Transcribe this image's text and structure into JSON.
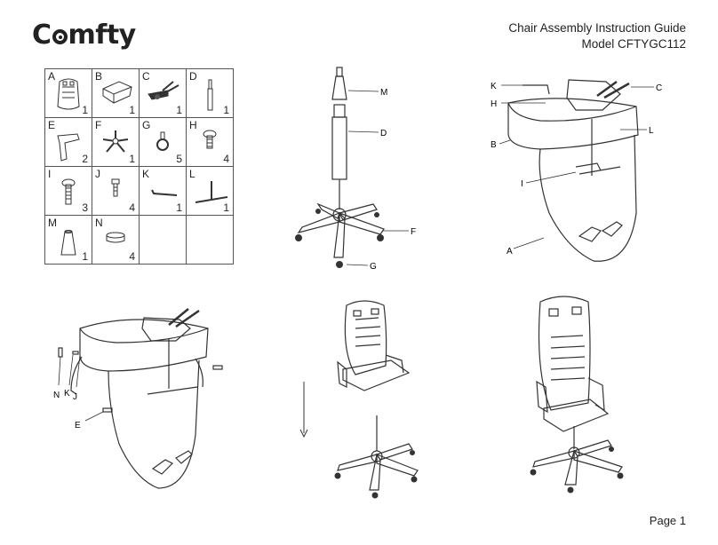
{
  "header": {
    "brand": "Comfty",
    "title": "Chair Assembly Instruction Guide",
    "model": "Model CFTYGC112"
  },
  "parts": [
    {
      "letter": "A",
      "qty": "1",
      "icon": "seat-back-icon"
    },
    {
      "letter": "B",
      "qty": "1",
      "icon": "seat-cushion-icon"
    },
    {
      "letter": "C",
      "qty": "1",
      "icon": "tilt-mechanism-icon"
    },
    {
      "letter": "D",
      "qty": "1",
      "icon": "gas-cylinder-icon"
    },
    {
      "letter": "E",
      "qty": "2",
      "icon": "armrest-icon"
    },
    {
      "letter": "F",
      "qty": "1",
      "icon": "star-base-icon"
    },
    {
      "letter": "G",
      "qty": "5",
      "icon": "caster-icon"
    },
    {
      "letter": "H",
      "qty": "4",
      "icon": "short-bolt-icon"
    },
    {
      "letter": "I",
      "qty": "3",
      "icon": "long-bolt-icon"
    },
    {
      "letter": "J",
      "qty": "4",
      "icon": "small-bolt-icon"
    },
    {
      "letter": "K",
      "qty": "1",
      "icon": "allen-key-icon"
    },
    {
      "letter": "L",
      "qty": "1",
      "icon": "bracket-icon"
    },
    {
      "letter": "M",
      "qty": "1",
      "icon": "cylinder-cover-icon"
    },
    {
      "letter": "N",
      "qty": "4",
      "icon": "washer-icon"
    }
  ],
  "step1": {
    "labels": [
      "M",
      "D",
      "F",
      "G"
    ]
  },
  "step2": {
    "labels": [
      "K",
      "C",
      "H",
      "L",
      "B",
      "I",
      "A"
    ]
  },
  "step3": {
    "labels": [
      "N",
      "K",
      "J",
      "E"
    ]
  },
  "footer": {
    "page": "Page 1"
  }
}
